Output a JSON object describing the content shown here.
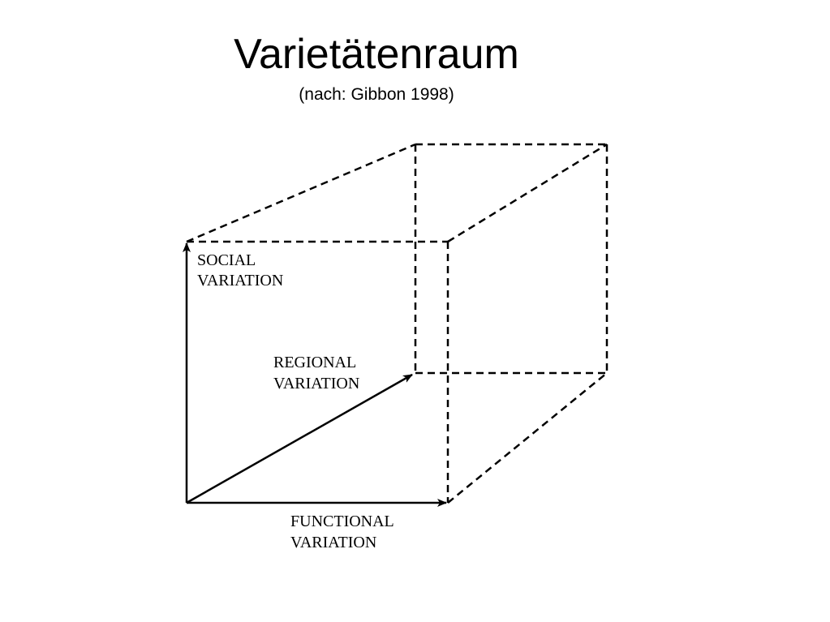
{
  "slide": {
    "title": "Varietätenraum",
    "subtitle": "(nach: Gibbon 1998)"
  },
  "diagram": {
    "axes": {
      "social": {
        "line1": "SOCIAL",
        "line2": "VARIATION"
      },
      "regional": {
        "line1": "REGIONAL",
        "line2": "VARIATION"
      },
      "functional": {
        "line1": "FUNCTIONAL",
        "line2": "VARIATION"
      }
    },
    "colors": {
      "ink": "#000000",
      "background": "#ffffff"
    }
  }
}
